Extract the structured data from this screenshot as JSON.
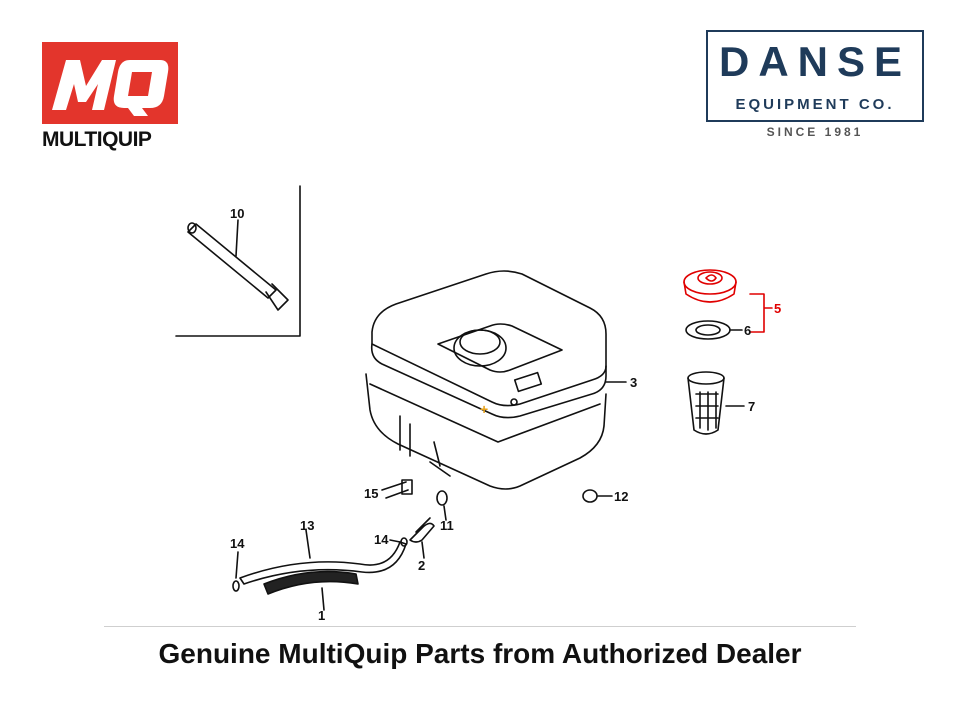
{
  "brand": {
    "multiquip_wordmark": "MULTIQUIP",
    "danse_title": "DANSE",
    "danse_subtitle": "EQUIPMENT CO.",
    "danse_since": "SINCE 1981",
    "colors": {
      "multiquip_red": "#e3352c",
      "danse_navy": "#1f3b5a",
      "highlight_red": "#e00000"
    }
  },
  "diagram": {
    "labels": {
      "p1": "1",
      "p2": "2",
      "p3": "3",
      "p5": "5",
      "p6": "6",
      "p7": "7",
      "p10": "10",
      "p11": "11",
      "p12": "12",
      "p13": "13",
      "p14a": "14",
      "p14b": "14",
      "p15": "15"
    },
    "highlighted_part": "5"
  },
  "caption": "Genuine MultiQuip Parts from Authorized Dealer"
}
